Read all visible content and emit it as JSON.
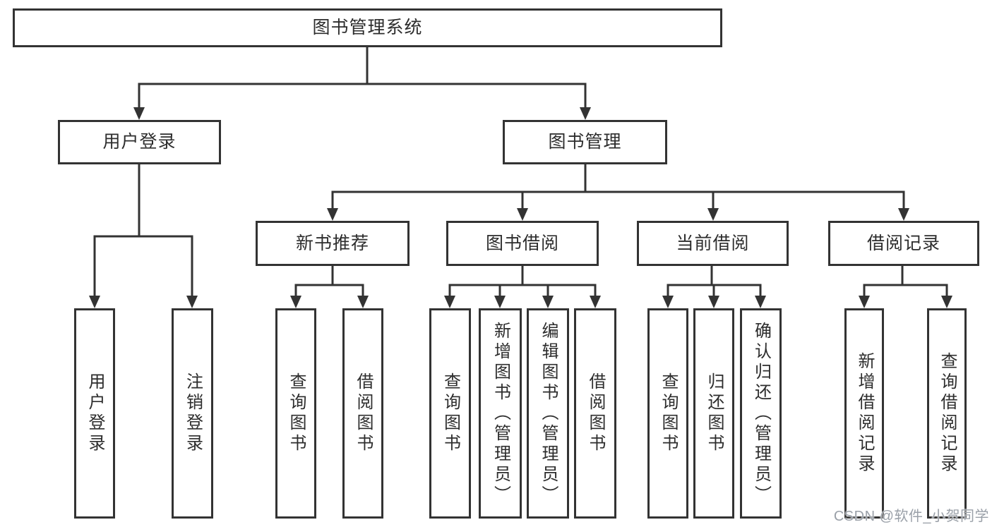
{
  "tree": {
    "root": {
      "label": "图书管理系统"
    },
    "branches": [
      {
        "label": "用户登录",
        "children": [
          {
            "label": "用户登录"
          },
          {
            "label": "注销登录"
          }
        ]
      },
      {
        "label": "图书管理",
        "children": [
          {
            "label": "新书推荐",
            "children": [
              {
                "label": "查询图书"
              },
              {
                "label": "借阅图书"
              }
            ]
          },
          {
            "label": "图书借阅",
            "children": [
              {
                "label": "查询图书"
              },
              {
                "label": "新增图书（管理员）"
              },
              {
                "label": "编辑图书（管理员）"
              },
              {
                "label": "借阅图书"
              }
            ]
          },
          {
            "label": "当前借阅",
            "children": [
              {
                "label": "查询图书"
              },
              {
                "label": "归还图书"
              },
              {
                "label": "确认归还（管理员）"
              }
            ]
          },
          {
            "label": "借阅记录",
            "children": [
              {
                "label": "新增借阅记录"
              },
              {
                "label": "查询借阅记录"
              }
            ]
          }
        ]
      }
    ]
  },
  "watermark": {
    "text": "CSDN @软件_小贺同学"
  },
  "colors": {
    "line": "#333333",
    "text": "#2d2d2d",
    "watermark": "#9aa0a8",
    "background": "#ffffff"
  }
}
